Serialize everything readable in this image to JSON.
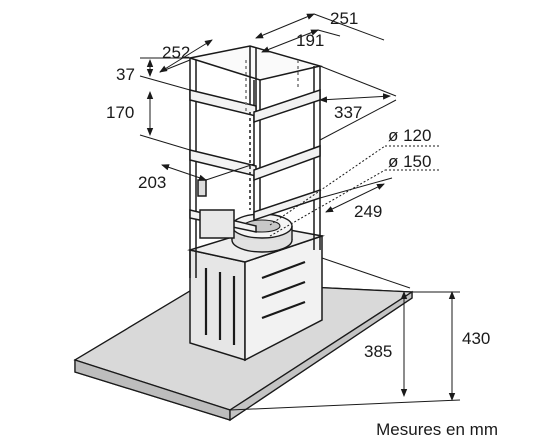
{
  "dimensions": {
    "frame_depth": "252",
    "frame_width_outer": "251",
    "frame_width_inner": "191",
    "top_offset": "37",
    "upper_height": "170",
    "side_depth": "337",
    "duct_small": "ø 120",
    "duct_large": "ø 150",
    "lower_depth": "203",
    "lower_width": "249",
    "canopy_height_inner": "385",
    "canopy_height_outer": "430"
  },
  "caption": "Mesures en mm"
}
